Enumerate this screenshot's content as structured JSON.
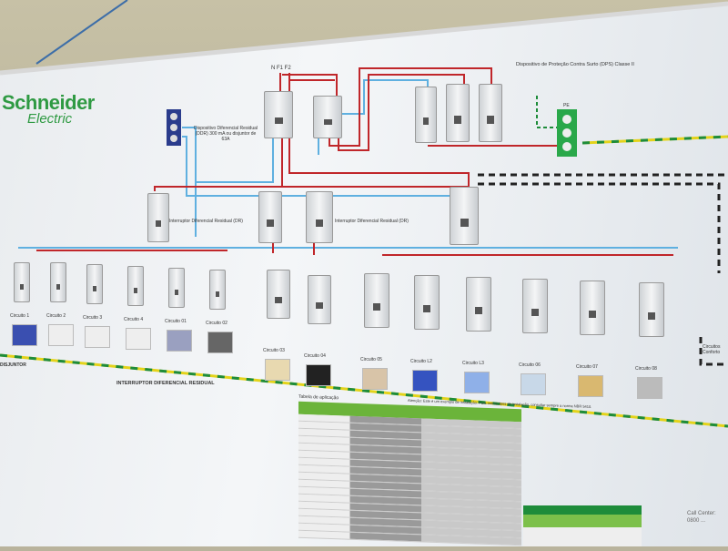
{
  "brand": {
    "line1": "Schneider",
    "line2": "Electric",
    "color": "#2f9a43"
  },
  "labels": {
    "phases": "N  F1  F2",
    "ddr": "Dispositivo Diferencial Residual (DDR) 300 mA ou disjuntor de 63A",
    "dps": "Dispositivo de Proteção Contra Surto (DPS) Classe II",
    "pe": "PE",
    "dr_left": "Interruptor Diferencial Residual (DR)",
    "dr_right": "Interruptor Diferencial Residual (DR)",
    "section_idr": "INTERRUPTOR DIFERENCIAL RESIDUAL",
    "section_left": "DISJUNTOR",
    "circuits_right": "Circuitos Conforto",
    "table_title": "Tabela de aplicação",
    "table_note": "Atenção: Este é um exemplo de instalação. Para outros tipos de instalação, consultar sempre a norma NBR 5410.",
    "contact": "Call Center: 0800 ..."
  },
  "colors": {
    "phase": "#c0262a",
    "neutral": "#5fb0e0",
    "ground_yellow": "#e4d31a",
    "ground_green": "#1e8c3a",
    "neutral_block": "#2a3c8c"
  },
  "circuits": [
    {
      "label": "Circuito 1"
    },
    {
      "label": "Circuito 2"
    },
    {
      "label": "Circuito 3"
    },
    {
      "label": "Circuito 4"
    },
    {
      "label": "Circuito 01"
    },
    {
      "label": "Circuito 02"
    },
    {
      "label": "Circuito 03"
    },
    {
      "label": "Circuito 04"
    },
    {
      "label": "Circuito 05"
    },
    {
      "label": "Circuito L2"
    },
    {
      "label": "Circuito L3"
    },
    {
      "label": "Circuito 06"
    },
    {
      "label": "Circuito 07"
    },
    {
      "label": "Circuito 08"
    }
  ]
}
